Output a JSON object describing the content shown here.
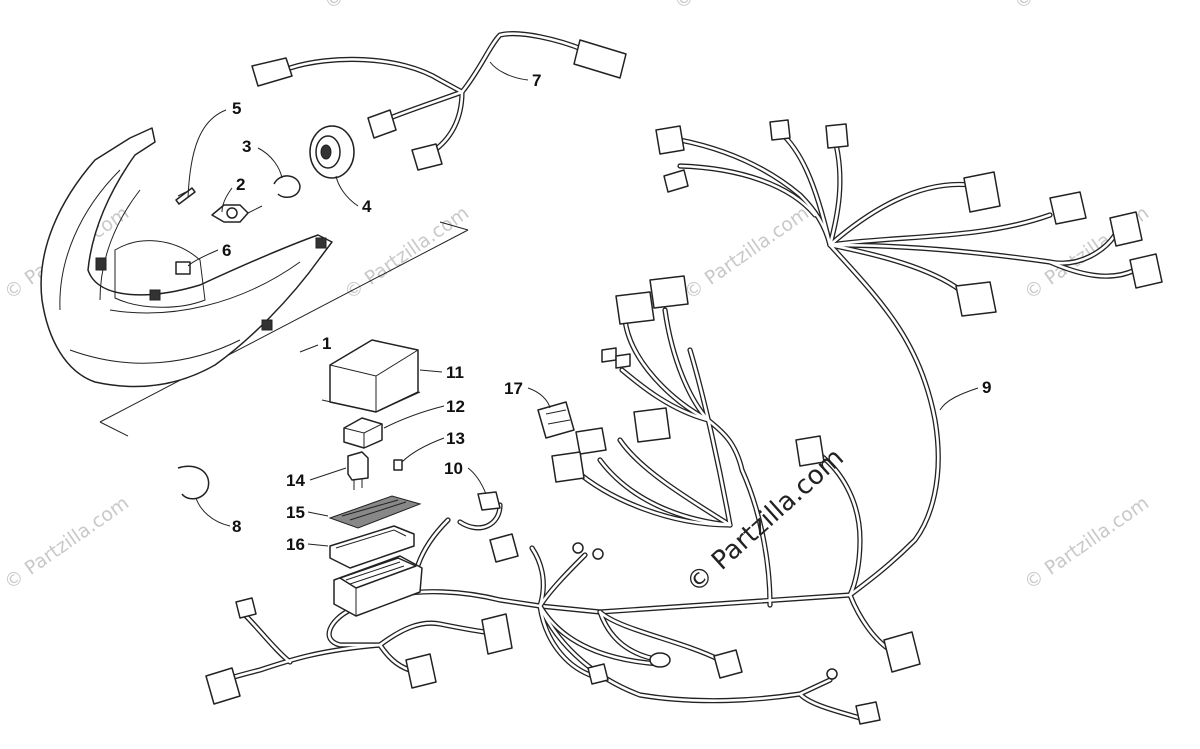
{
  "watermark": {
    "brand": "© Partzilla.com",
    "center": "© Partzilla.com"
  },
  "callouts": [
    {
      "id": "1",
      "label": "1"
    },
    {
      "id": "2",
      "label": "2"
    },
    {
      "id": "3",
      "label": "3"
    },
    {
      "id": "4",
      "label": "4"
    },
    {
      "id": "5",
      "label": "5"
    },
    {
      "id": "6",
      "label": "6"
    },
    {
      "id": "7",
      "label": "7"
    },
    {
      "id": "8",
      "label": "8"
    },
    {
      "id": "9",
      "label": "9"
    },
    {
      "id": "10",
      "label": "10"
    },
    {
      "id": "11",
      "label": "11"
    },
    {
      "id": "12",
      "label": "12"
    },
    {
      "id": "13",
      "label": "13"
    },
    {
      "id": "14",
      "label": "14"
    },
    {
      "id": "15",
      "label": "15"
    },
    {
      "id": "16",
      "label": "16"
    },
    {
      "id": "17",
      "label": "17"
    }
  ]
}
